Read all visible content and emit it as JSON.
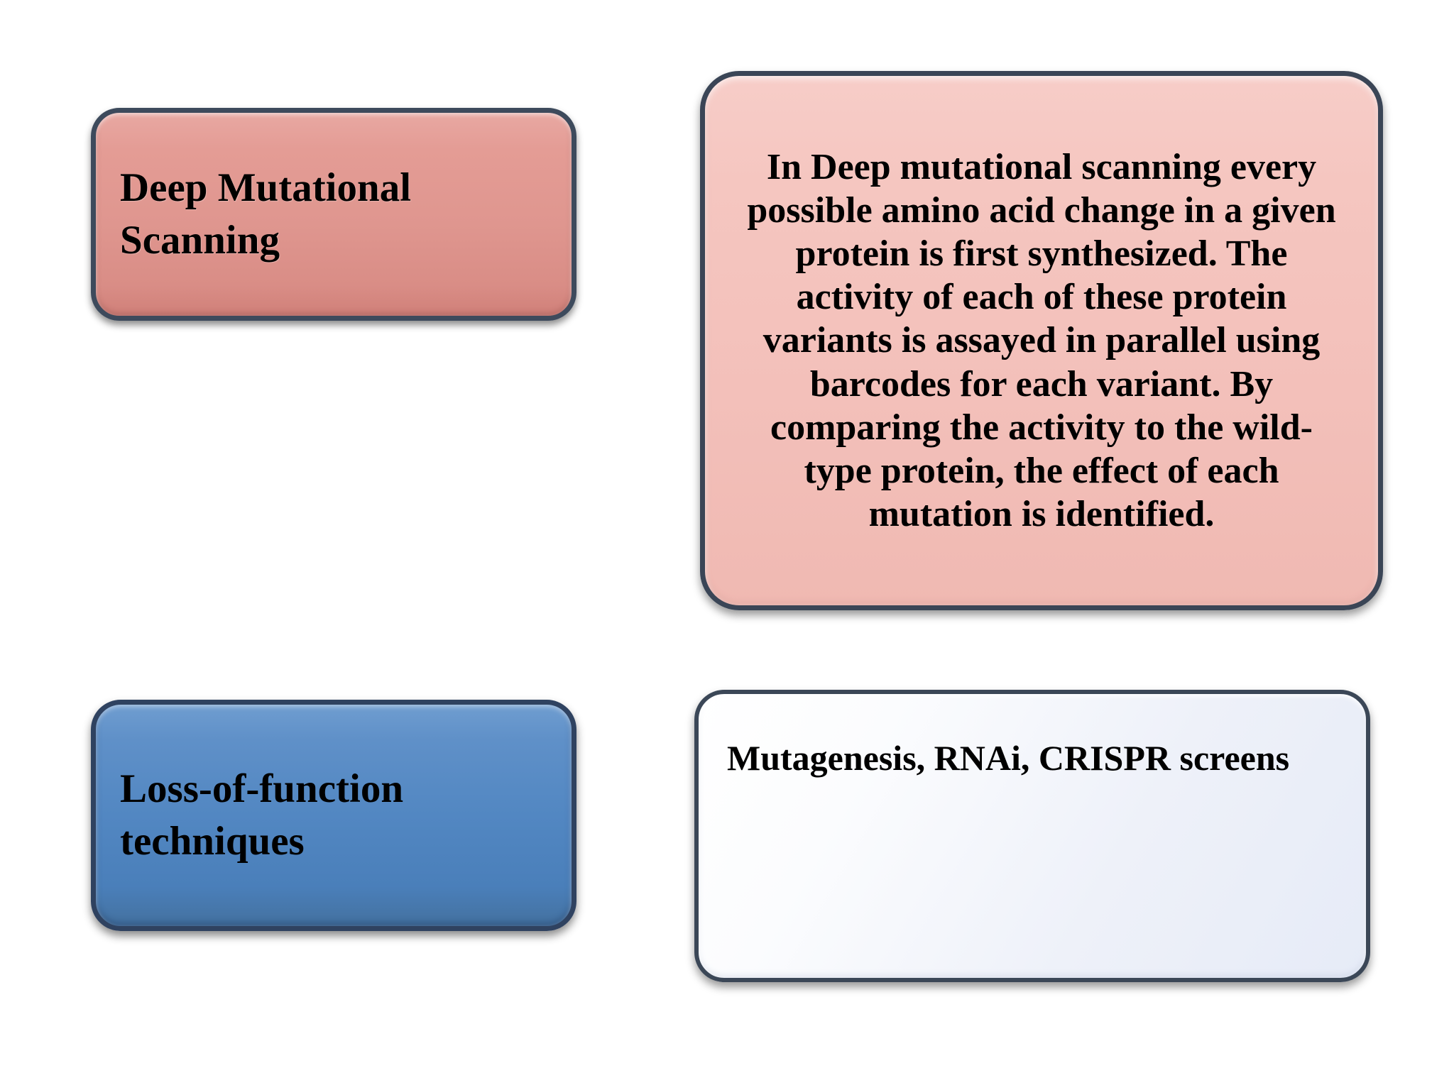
{
  "slide": {
    "background_color": "#ffffff",
    "boxes": [
      {
        "id": "deep-mutational-scanning",
        "role": "term",
        "text": "Deep Mutational Scanning",
        "fill_color": "#e09a94",
        "border_color": "#3d4a5c",
        "text_color": "#000000"
      },
      {
        "id": "deep-mutational-scanning-description",
        "role": "description",
        "text": "In Deep mutational scanning every possible amino acid change in a given protein is first synthesized. The activity of each of these protein variants is assayed in parallel using barcodes for each variant. By comparing the activity to the wild-type protein, the effect of each mutation is identified.",
        "fill_color": "#f4c3bd",
        "border_color": "#3a4556",
        "text_color": "#000000"
      },
      {
        "id": "loss-of-function-techniques",
        "role": "term",
        "text": "Loss-of-function techniques",
        "fill_color": "#5287c2",
        "border_color": "#2f4260",
        "text_color": "#000000"
      },
      {
        "id": "loss-of-function-techniques-description",
        "role": "description",
        "text": "Mutagenesis, RNAi, CRISPR screens",
        "fill_color": "#eef1f9",
        "border_color": "#3b4757",
        "text_color": "#000000"
      }
    ]
  }
}
